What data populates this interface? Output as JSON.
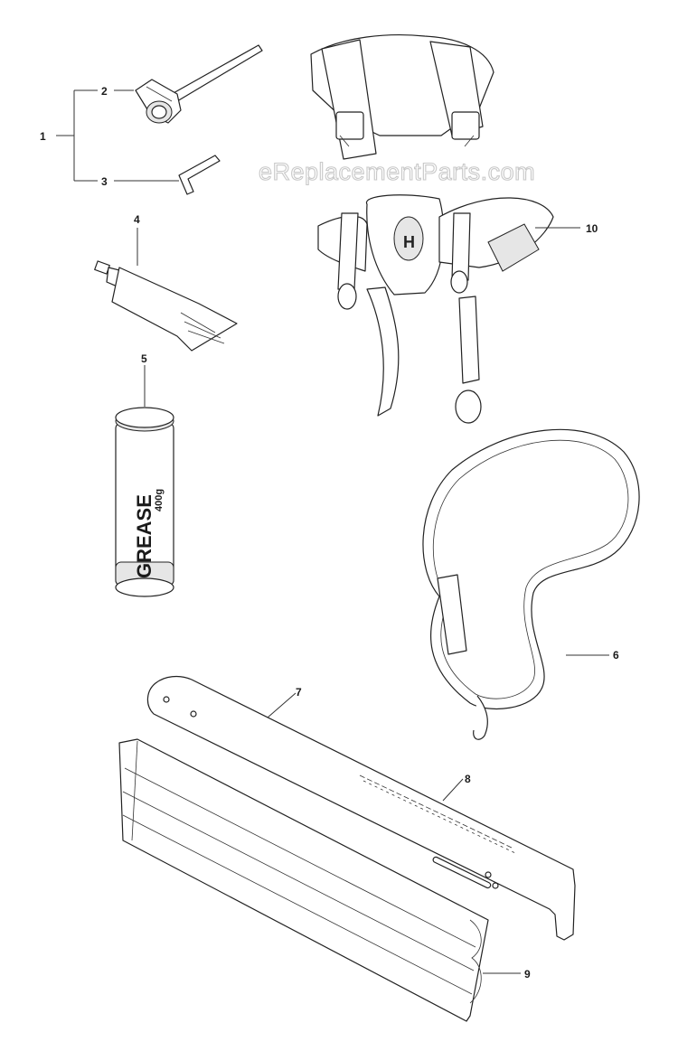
{
  "watermark": "eReplacementParts.com",
  "callouts": [
    "1",
    "2",
    "3",
    "4",
    "5",
    "6",
    "7",
    "8",
    "9",
    "10"
  ],
  "product_print": {
    "grease_label": "GREASE",
    "grease_weight": "400g"
  }
}
